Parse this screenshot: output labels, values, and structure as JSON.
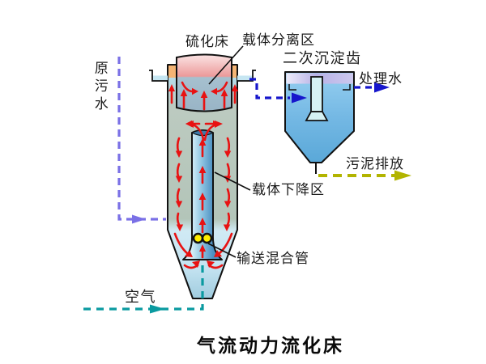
{
  "diagram": {
    "title": "气流动力流化床",
    "labels": {
      "fluidized_bed": "硫化床",
      "carrier_separation_zone": "载体分离区",
      "secondary_settling_tank": "二次沉淀齿",
      "treated_water": "处理水",
      "raw_sewage": "原污水",
      "sludge_discharge": "污泥排放",
      "carrier_descent_zone": "载体下降区",
      "transport_mixing_pipe": "输送混合管",
      "air": "空气"
    },
    "colors": {
      "red_arrow": "#e81212",
      "raw_sewage_line": "#7a70e6",
      "treated_water_line": "#1616cc",
      "sludge_line": "#b2b400",
      "air_line": "#0a9aa0",
      "vessel_rim": "#f4b474",
      "carrier_ball": "#ffee00"
    }
  }
}
